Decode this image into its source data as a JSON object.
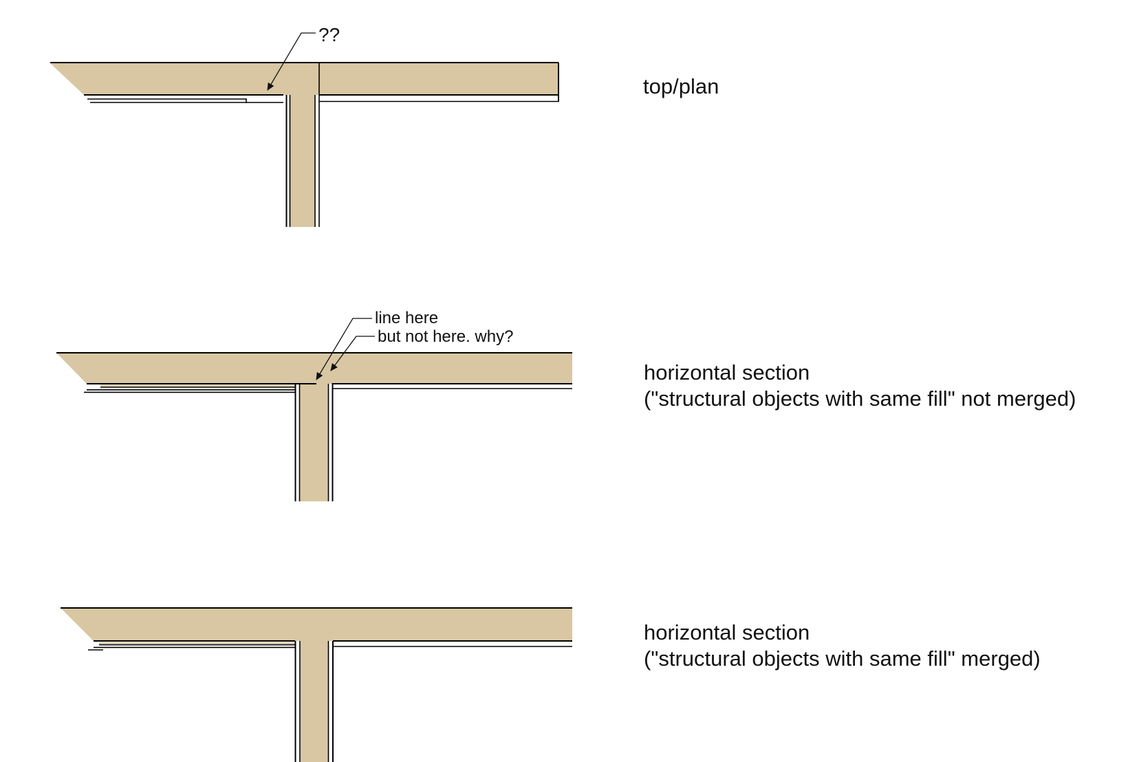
{
  "colors": {
    "wall_fill": "#d8c7a2",
    "line": "#000000",
    "text": "#111111",
    "background": "#ffffff"
  },
  "views": {
    "top": {
      "caption": "top/plan",
      "annotation_question": "??"
    },
    "middle": {
      "caption_line1": "horizontal section",
      "caption_line2": "(\"structural objects with same fill\" not merged)",
      "annotation_line_here": "line here",
      "annotation_but_not_here": "but not here. why?"
    },
    "bottom": {
      "caption_line1": "horizontal section",
      "caption_line2": "(\"structural objects with same fill\" merged)"
    }
  }
}
